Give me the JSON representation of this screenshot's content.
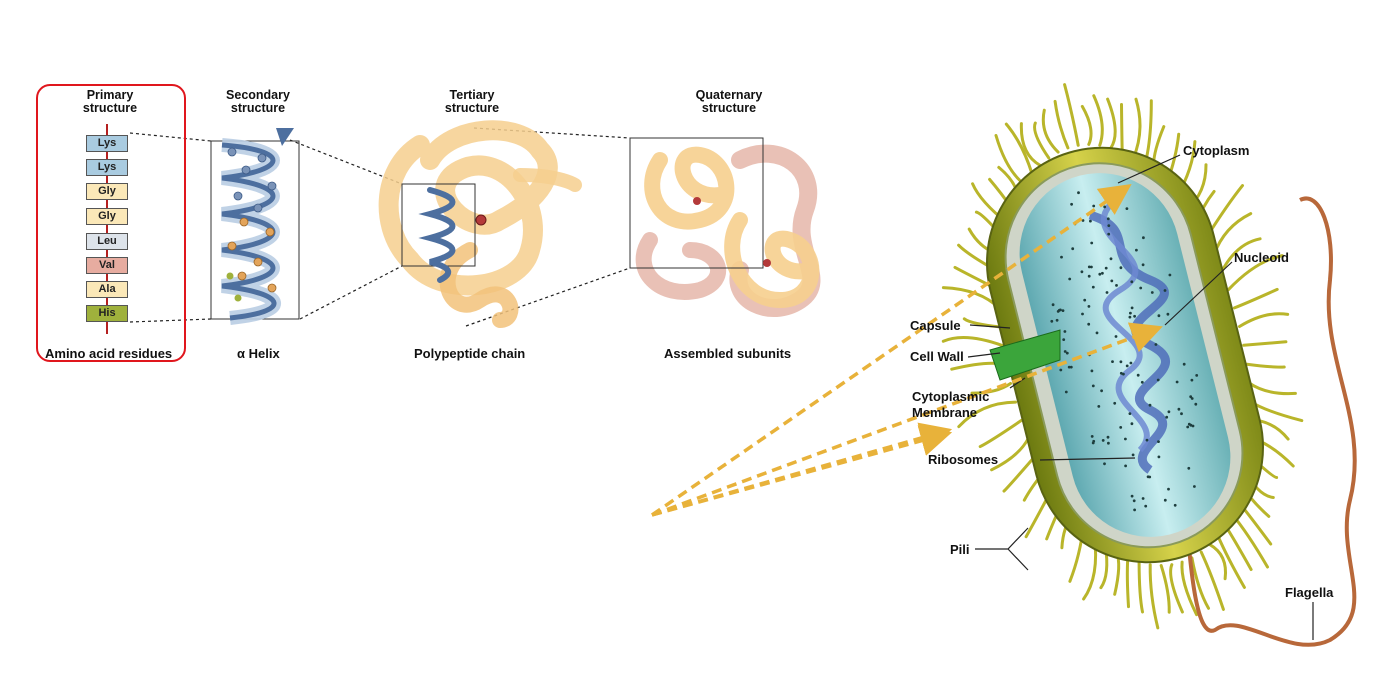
{
  "protein_structure": {
    "stages": [
      {
        "title_line1": "Primary",
        "title_line2": "structure",
        "caption": "Amino acid residues"
      },
      {
        "title_line1": "Secondary",
        "title_line2": "structure",
        "caption": "α Helix"
      },
      {
        "title_line1": "Tertiary",
        "title_line2": "structure",
        "caption": "Polypeptide chain"
      },
      {
        "title_line1": "Quaternary",
        "title_line2": "structure",
        "caption": "Assembled subunits"
      }
    ],
    "residues": [
      {
        "name": "Lys",
        "color": "#a9cbe0"
      },
      {
        "name": "Lys",
        "color": "#a9cbe0"
      },
      {
        "name": "Gly",
        "color": "#fbe8b8"
      },
      {
        "name": "Gly",
        "color": "#fbe8b8"
      },
      {
        "name": "Leu",
        "color": "#dde3ea"
      },
      {
        "name": "Val",
        "color": "#e7aca0"
      },
      {
        "name": "Ala",
        "color": "#fbe8b8"
      },
      {
        "name": "His",
        "color": "#9fb13c"
      }
    ],
    "highlight_color": "#e0161d"
  },
  "bacterium": {
    "labels": {
      "cytoplasm": "Cytoplasm",
      "nucleoid": "Nucleoid",
      "capsule": "Capsule",
      "cell_wall": "Cell Wall",
      "membrane_line1": "Cytoplasmic",
      "membrane_line2": "Membrane",
      "ribosomes": "Ribosomes",
      "pili": "Pili",
      "flagella": "Flagella"
    },
    "arrow_color": "#e8b23a"
  }
}
